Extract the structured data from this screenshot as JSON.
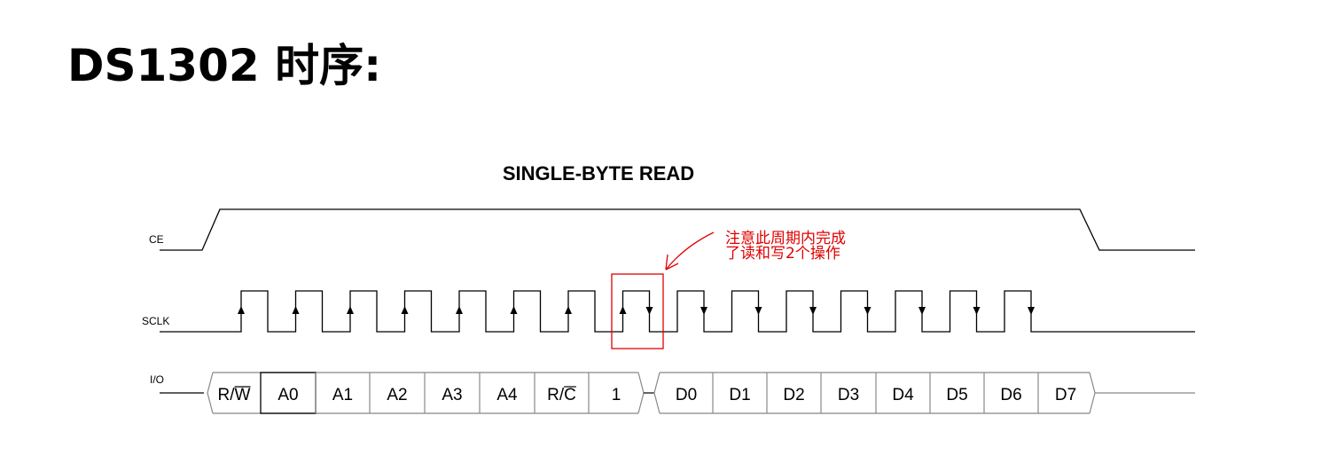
{
  "slide": {
    "title": "DS1302 时序:"
  },
  "diagram": {
    "title": "SINGLE-BYTE READ",
    "signals": {
      "ce": "CE",
      "sclk": "SCLK",
      "io": "I/O"
    },
    "io_bits": [
      "R/W",
      "A0",
      "A1",
      "A2",
      "A3",
      "A4",
      "R/C",
      "1",
      "D0",
      "D1",
      "D2",
      "D3",
      "D4",
      "D5",
      "D6",
      "D7"
    ],
    "annotation": {
      "line1": "注意此周期内完成",
      "line2": "了读和写2个操作",
      "color": "#e00000"
    },
    "line_color": "#000000"
  }
}
